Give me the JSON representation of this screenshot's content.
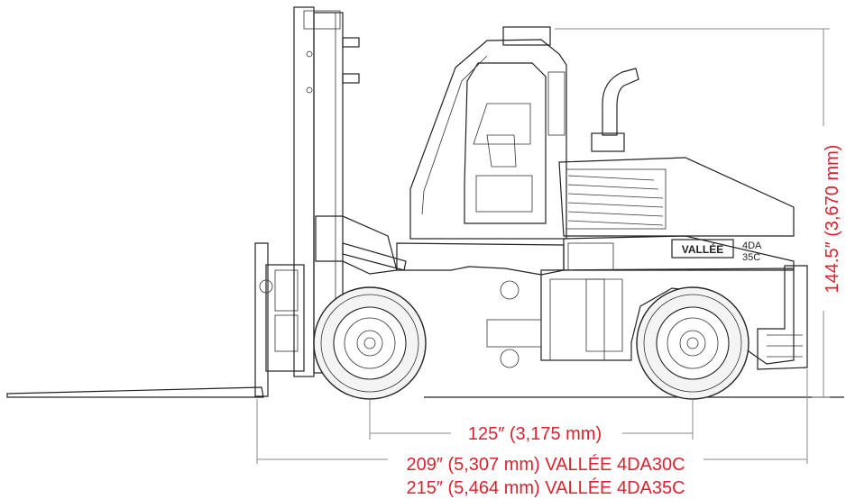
{
  "colors": {
    "dimension_text": "#d9232e",
    "dimension_line": "#8a8a8a",
    "drawing": "#222222"
  },
  "brand": {
    "logo_text": "VALLÉE",
    "model_badge_top": "4DA",
    "model_badge_bottom": "35C"
  },
  "dimensions": {
    "wheelbase": "125″ (3,175 mm)",
    "overall_length_30c": "209″ (5,307 mm) VALLÉE 4DA30C",
    "overall_length_35c": "215″ (5,464 mm) VALLÉE 4DA35C",
    "overall_height": "144.5″ (3,670 mm)"
  }
}
